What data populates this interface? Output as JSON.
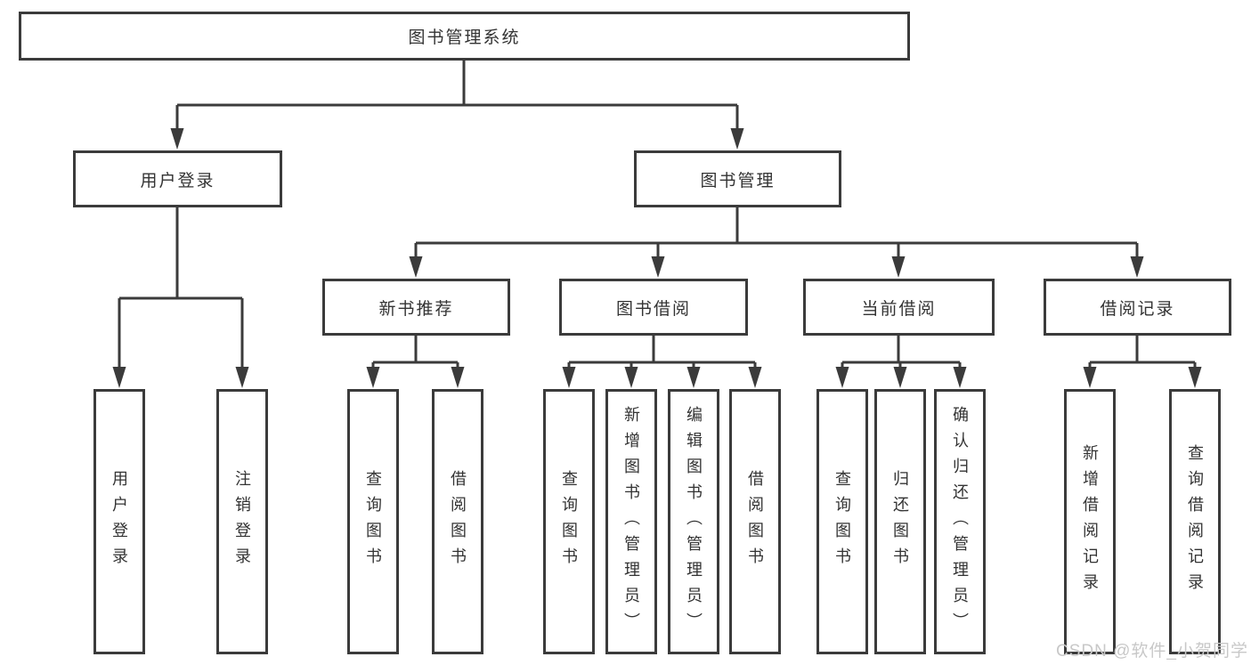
{
  "diagram": {
    "root": {
      "label": "图书管理系统"
    },
    "modules": [
      {
        "label": "用户登录",
        "features": [
          {
            "label": "用户登录"
          },
          {
            "label": "注销登录"
          }
        ]
      },
      {
        "label": "图书管理",
        "submodules": [
          {
            "label": "新书推荐",
            "features": [
              {
                "label": "查询图书"
              },
              {
                "label": "借阅图书"
              }
            ]
          },
          {
            "label": "图书借阅",
            "features": [
              {
                "label": "查询图书"
              },
              {
                "label": "新增图书（管理员）"
              },
              {
                "label": "编辑图书（管理员）"
              },
              {
                "label": "借阅图书"
              }
            ]
          },
          {
            "label": "当前借阅",
            "features": [
              {
                "label": "查询图书"
              },
              {
                "label": "归还图书"
              },
              {
                "label": "确认归还（管理员）"
              }
            ]
          },
          {
            "label": "借阅记录",
            "features": [
              {
                "label": "新增借阅记录"
              },
              {
                "label": "查询借阅记录"
              }
            ]
          }
        ]
      }
    ]
  },
  "watermark": {
    "text": "CSDN @软件_小贺同学"
  },
  "colors": {
    "line": "#3b3b3b",
    "text": "#333333",
    "watermark": "#c8c8c8",
    "background": "#ffffff"
  }
}
